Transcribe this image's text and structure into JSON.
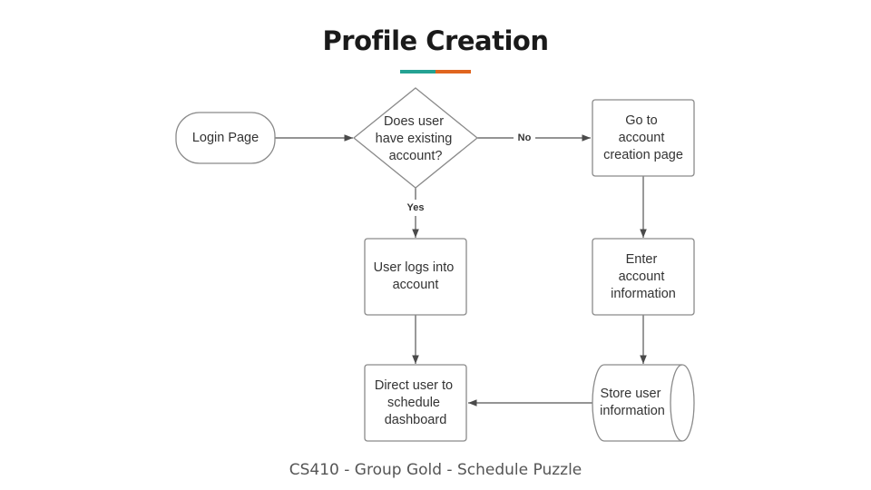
{
  "title": "Profile Creation",
  "accent_colors": {
    "left": "#24a293",
    "right": "#e0651f"
  },
  "nodes": {
    "login": {
      "lines": [
        "Login Page"
      ]
    },
    "decision": {
      "lines": [
        "Does user",
        "have existing",
        "account?"
      ]
    },
    "goto_creation": {
      "lines": [
        "Go to",
        "account",
        "creation page"
      ]
    },
    "user_logs": {
      "lines": [
        "User logs into",
        "account"
      ]
    },
    "enter_info": {
      "lines": [
        "Enter",
        "account",
        "information"
      ]
    },
    "direct_user": {
      "lines": [
        "Direct user to",
        "schedule",
        "dashboard"
      ]
    },
    "store_info": {
      "lines": [
        "Store user",
        "information"
      ]
    }
  },
  "edges": {
    "no_label": "No",
    "yes_label": "Yes"
  },
  "footer": "CS410 - Group Gold - Schedule Puzzle"
}
